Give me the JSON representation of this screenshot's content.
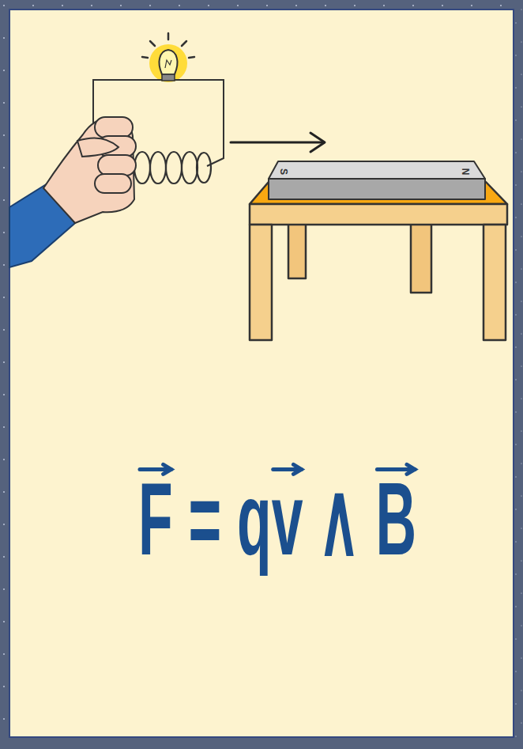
{
  "diagram": {
    "nodes": [
      {
        "text": [
          "S",
          "N"
        ]
      }
    ],
    "labels": [
      "F = qv ∧ B"
    ]
  }
}
